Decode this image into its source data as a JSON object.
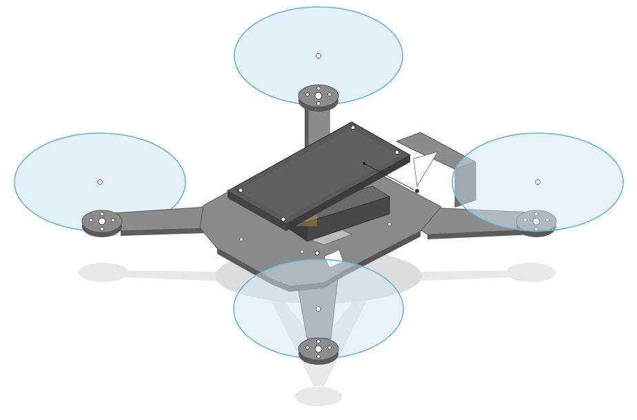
{
  "viewport": {
    "background": "#ffffff",
    "description_label": ""
  },
  "colors": {
    "frame_top": "#8c8c8c",
    "frame_edge": "#5c5c5c",
    "frame_dark": "#4a4a4a",
    "shadow": "#e6e6e6",
    "prop_fill": "#cfe6f3",
    "prop_stroke": "#5fb2d8",
    "board_top": "#585858",
    "board_side": "#3e3e3e",
    "highlight": "#d9a441"
  },
  "model": {
    "name": "",
    "propellers": [
      {
        "id": "front"
      },
      {
        "id": "left"
      },
      {
        "id": "right"
      },
      {
        "id": "back"
      }
    ],
    "parts": [
      {
        "id": "frame-plate"
      },
      {
        "id": "flight-controller-board"
      },
      {
        "id": "battery-tray"
      },
      {
        "id": "camera-mount"
      }
    ]
  }
}
